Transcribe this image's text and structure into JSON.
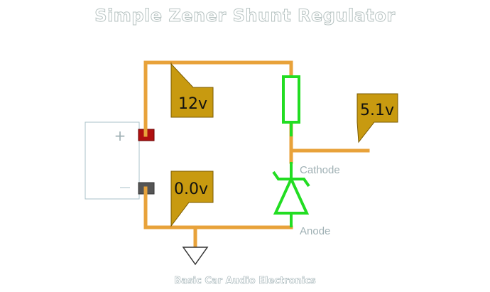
{
  "title": "Simple Zener Shunt Regulator",
  "footer": "Basic Car Audio Electronics",
  "callouts": {
    "supply": "12v",
    "output": "5.1v",
    "ground": "0.0v"
  },
  "labels": {
    "cathode": "Cathode",
    "anode": "Anode",
    "battery_plus": "+",
    "battery_minus": "—"
  },
  "colors": {
    "wire": "#e8a23a",
    "component": "#22dd22",
    "callout_fill": "#c89a10",
    "terminal_positive": "#b01010",
    "terminal_negative": "#555555",
    "battery_outline": "#a9c2c8"
  }
}
